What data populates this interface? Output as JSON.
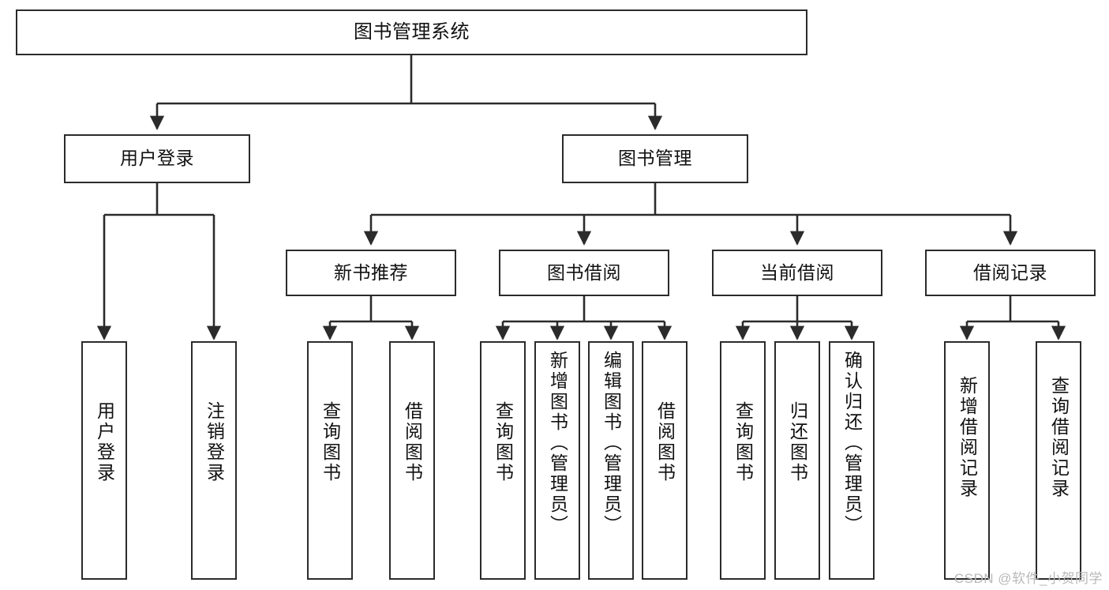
{
  "diagram": {
    "title": "图书管理系统",
    "type": "tree",
    "colors": {
      "box_border": "#2b2b2b",
      "box_fill": "#ffffff",
      "edge": "#2b2b2b",
      "text": "#111111",
      "watermark": "#b9b9b9",
      "background": "#ffffff"
    },
    "watermark": "CSDN @软件_小贺同学",
    "nodes": {
      "root": {
        "label": "图书管理系统",
        "level": 1,
        "orientation": "horizontal"
      },
      "l2": [
        {
          "id": "user-login",
          "label": "用户登录",
          "level": 2,
          "orientation": "horizontal"
        },
        {
          "id": "book-manage",
          "label": "图书管理",
          "level": 2,
          "orientation": "horizontal"
        }
      ],
      "l3": [
        {
          "id": "new-book-recommend",
          "label": "新书推荐",
          "level": 3,
          "orientation": "horizontal",
          "parent": "book-manage"
        },
        {
          "id": "book-borrow",
          "label": "图书借阅",
          "level": 3,
          "orientation": "horizontal",
          "parent": "book-manage"
        },
        {
          "id": "current-borrow",
          "label": "当前借阅",
          "level": 3,
          "orientation": "horizontal",
          "parent": "book-manage"
        },
        {
          "id": "borrow-record",
          "label": "借阅记录",
          "level": 3,
          "orientation": "horizontal",
          "parent": "book-manage"
        }
      ],
      "leaves": [
        {
          "id": "leaf-user-login",
          "label": "用户登录",
          "parent": "user-login",
          "orientation": "vertical"
        },
        {
          "id": "leaf-user-logout",
          "label": "注销登录",
          "parent": "user-login",
          "orientation": "vertical"
        },
        {
          "id": "leaf-nbr-query-book",
          "label": "查询图书",
          "parent": "new-book-recommend",
          "orientation": "vertical"
        },
        {
          "id": "leaf-nbr-borrow-book",
          "label": "借阅图书",
          "parent": "new-book-recommend",
          "orientation": "vertical"
        },
        {
          "id": "leaf-bb-query-book",
          "label": "查询图书",
          "parent": "book-borrow",
          "orientation": "vertical"
        },
        {
          "id": "leaf-bb-add-book",
          "label": "新增图书（管理员）",
          "parent": "book-borrow",
          "orientation": "vertical"
        },
        {
          "id": "leaf-bb-edit-book",
          "label": "编辑图书（管理员）",
          "parent": "book-borrow",
          "orientation": "vertical"
        },
        {
          "id": "leaf-bb-borrow-book",
          "label": "借阅图书",
          "parent": "book-borrow",
          "orientation": "vertical"
        },
        {
          "id": "leaf-cb-query-book",
          "label": "查询图书",
          "parent": "current-borrow",
          "orientation": "vertical"
        },
        {
          "id": "leaf-cb-return-book",
          "label": "归还图书",
          "parent": "current-borrow",
          "orientation": "vertical"
        },
        {
          "id": "leaf-cb-confirm-return",
          "label": "确认归还（管理员）",
          "parent": "current-borrow",
          "orientation": "vertical"
        },
        {
          "id": "leaf-br-add-record",
          "label": "新增借阅记录",
          "parent": "borrow-record",
          "orientation": "vertical"
        },
        {
          "id": "leaf-br-query-record",
          "label": "查询借阅记录",
          "parent": "borrow-record",
          "orientation": "vertical"
        }
      ]
    }
  }
}
